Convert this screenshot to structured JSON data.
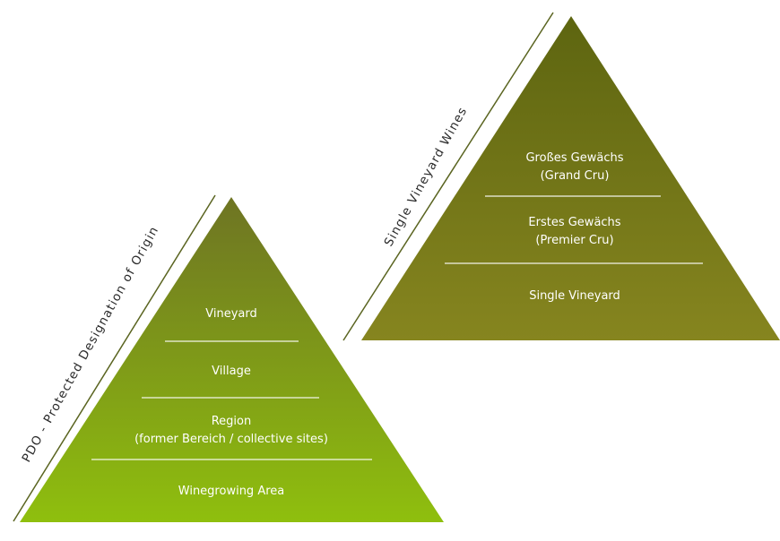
{
  "diagram": {
    "left_pyramid": {
      "side_label": "PDO - Protected Designation of Origin",
      "tiers": [
        {
          "line1": "Vineyard",
          "line2": ""
        },
        {
          "line1": "Village",
          "line2": ""
        },
        {
          "line1": "Region",
          "line2": "(former Bereich / collective sites)"
        },
        {
          "line1": "Winegrowing Area",
          "line2": ""
        }
      ]
    },
    "right_pyramid": {
      "side_label": "Single Vineyard Wines",
      "tiers": [
        {
          "line1": "Großes Gewächs",
          "line2": "(Grand Cru)"
        },
        {
          "line1": "Erstes Gewächs",
          "line2": "(Premier Cru)"
        },
        {
          "line1": "Single Vineyard",
          "line2": ""
        }
      ]
    },
    "colors": {
      "left_top": "#6e7423",
      "left_bottom": "#8fbf0e",
      "right_top": "#5d6510",
      "right_bottom": "#86851f",
      "guide_line": "#5a6420"
    }
  }
}
